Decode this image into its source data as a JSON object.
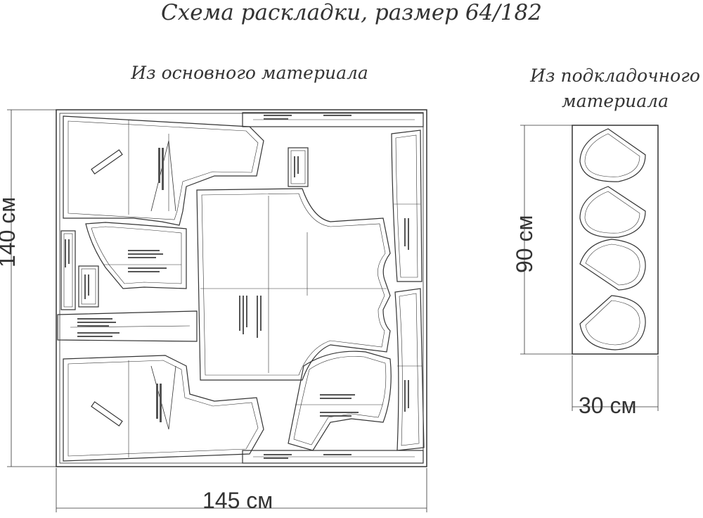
{
  "title": "Схема раскладки, размер 64/182",
  "main_label": "Из основного материала",
  "lining_label_line1": "Из подкладочного",
  "lining_label_line2": "материала",
  "dim_main_height": "140 см",
  "dim_main_width": "145 см",
  "dim_lining_height": "90 см",
  "dim_lining_width": "30 см"
}
